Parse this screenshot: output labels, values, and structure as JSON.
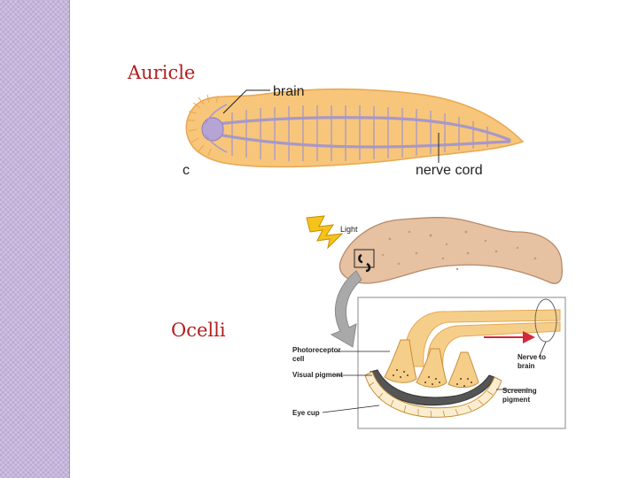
{
  "slide": {
    "label_auricle": "Auricle",
    "label_ocelli": "Ocelli"
  },
  "planarian_nervous_system": {
    "label_brain": "brain",
    "label_nerve_cord": "nerve cord",
    "panel_letter": "c"
  },
  "eye_detail": {
    "label_light": "Light",
    "label_photoreceptor": [
      "Photoreceptor",
      "cell"
    ],
    "label_visual_pigment": "Visual pigment",
    "label_eye_cup": "Eye cup",
    "label_nerve_to_brain": [
      "Nerve to",
      "brain"
    ],
    "label_screening_pigment": [
      "Screening",
      "pigment"
    ]
  },
  "colors": {
    "label_red": "#b11e1e",
    "sidebar": "#c6b6dc",
    "body_orange": "#f7c67a",
    "nerve_purple": "#a898c8",
    "head_tan": "#e6c2a2",
    "arrow_red": "#d4283a"
  }
}
